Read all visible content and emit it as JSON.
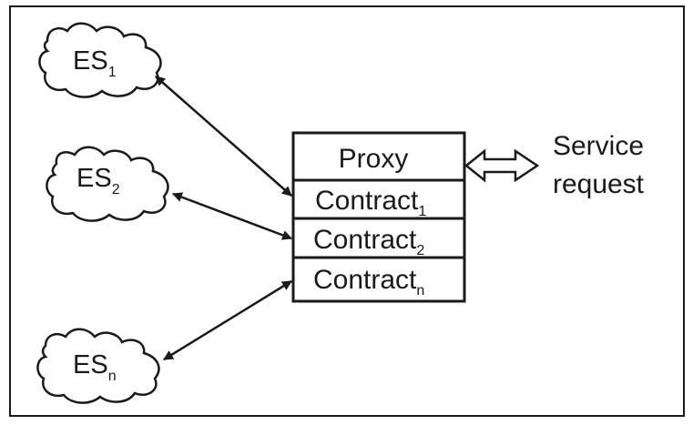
{
  "nodes": {
    "es1": {
      "base": "ES",
      "sub": "1"
    },
    "es2": {
      "base": "ES",
      "sub": "2"
    },
    "esn": {
      "base": "ES",
      "sub": "n"
    }
  },
  "proxy": {
    "label": "Proxy",
    "contracts": [
      {
        "base": "Contract",
        "sub": "1"
      },
      {
        "base": "Contract",
        "sub": "2"
      },
      {
        "base": "Contract",
        "sub": "n"
      }
    ]
  },
  "service_request": {
    "line1": "Service",
    "line2": "request"
  },
  "colors": {
    "stroke": "#1a1a1a",
    "background": "#ffffff"
  }
}
